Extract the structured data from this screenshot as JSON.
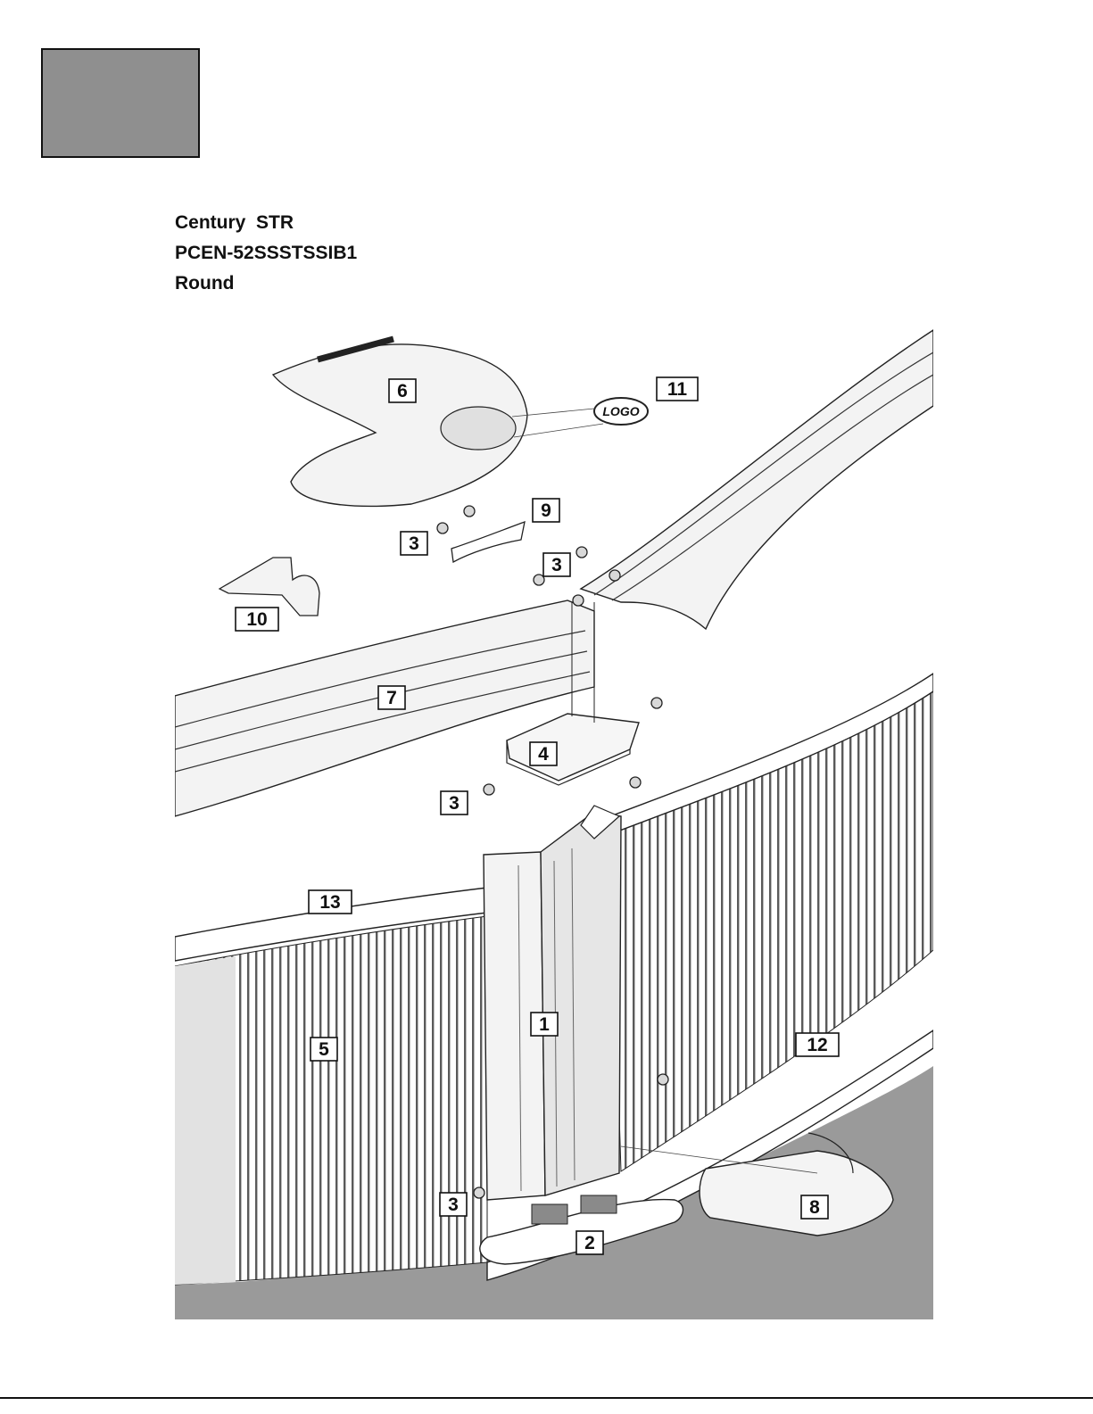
{
  "header": {
    "title_lines": [
      "Century  STR",
      "PCEN-52SSSTSSIB1",
      "Round"
    ]
  },
  "diagram": {
    "callouts": [
      {
        "label": "6"
      },
      {
        "label": "11"
      },
      {
        "label": "9"
      },
      {
        "label": "3"
      },
      {
        "label": "3"
      },
      {
        "label": "10"
      },
      {
        "label": "7"
      },
      {
        "label": "4"
      },
      {
        "label": "3"
      },
      {
        "label": "13"
      },
      {
        "label": "1"
      },
      {
        "label": "5"
      },
      {
        "label": "12"
      },
      {
        "label": "3"
      },
      {
        "label": "8"
      },
      {
        "label": "2"
      }
    ],
    "logo_text": "LOGO",
    "colors": {
      "frame_fill": "#8f8f8f",
      "ground": "#9a9a9a",
      "wall_stripe": "#7a7a7a",
      "line": "#111111"
    }
  }
}
